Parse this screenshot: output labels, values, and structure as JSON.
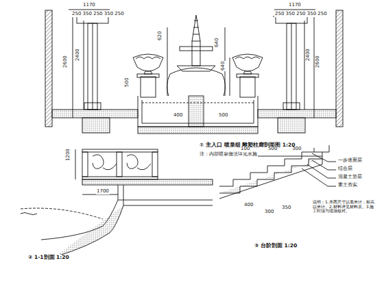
{
  "diagram": {
    "title": "① 主入口 喷泉组 雕塑柱廊剖面图 1:20",
    "labels": [
      "1170",
      "250 350 250 350 250",
      "1170",
      "250 350 250 350 250",
      "2400",
      "2600",
      "2400",
      "2600",
      "620",
      "640",
      "640",
      "500",
      "400",
      "500",
      "注：内部喷泉做法详见水施",
      "1200",
      "1700",
      "② 1-1剖面 1:20",
      "100",
      "500",
      "300",
      "400",
      "300",
      "350",
      "一步道面层",
      "结合层",
      "混凝土垫层",
      "素土夯实",
      "③ 台阶剖面 1:20",
      "说明：1.本图尺寸以毫米计，标高以米计。2.材料详见材料表。3.施工时须与现场核对。"
    ]
  }
}
